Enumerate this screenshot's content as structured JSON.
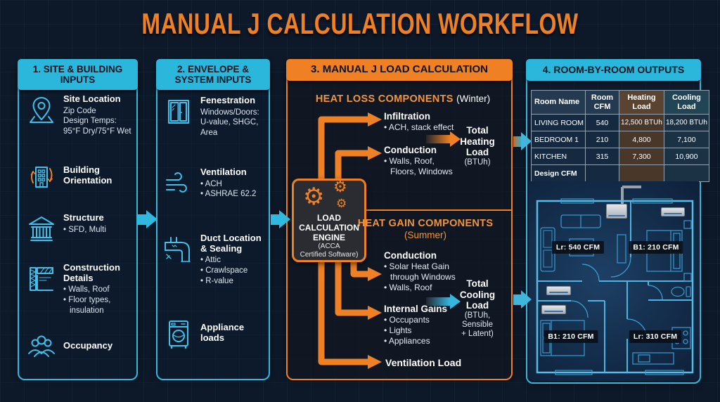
{
  "title": "MANUAL J CALCULATION WORKFLOW",
  "col1": {
    "header": "1. SITE & BUILDING INPUTS",
    "items": [
      {
        "title": "Site Location",
        "line1": "Zip Code",
        "line2": "Design Temps:",
        "line3": "95°F Dry/75°F Wet"
      },
      {
        "title": "Building Orientation"
      },
      {
        "title": "Structure",
        "line1": "• SFD, Multi"
      },
      {
        "title": "Construction Details",
        "line1": "• Walls, Roof",
        "line2": "• Floor types,",
        "line3": "insulation"
      },
      {
        "title": "Occupancy"
      }
    ]
  },
  "col2": {
    "header": "2. ENVELOPE & SYSTEM INPUTS",
    "items": [
      {
        "title": "Fenestration",
        "line1": "Windows/Doors:",
        "line2": "U-value, SHGC,",
        "line3": "Area"
      },
      {
        "title": "Ventilation",
        "line1": "• ACH",
        "line2": "• ASHRAE 62.2"
      },
      {
        "title": "Duct Location & Sealing",
        "line1": "• Attic",
        "line2": "• Crawlspace",
        "line3": "• R-value"
      },
      {
        "title": "Appliance loads"
      }
    ]
  },
  "col3": {
    "header": "3. MANUAL J LOAD CALCULATION",
    "heat_loss_title": "HEAT LOSS COMPONENTS",
    "heat_loss_season": "(Winter)",
    "infiltration": {
      "title": "Infiltration",
      "line1": "• ACH, stack effect"
    },
    "conduction_winter": {
      "title": "Conduction",
      "line1": "• Walls, Roof,",
      "line2": "Floors, Windows"
    },
    "total_heating": {
      "l1": "Total",
      "l2": "Heating",
      "l3": "Load",
      "sub": "(BTUh)"
    },
    "engine": {
      "l1": "LOAD",
      "l2": "CALCULATION",
      "l3": "ENGINE",
      "sub1": "(ACCA",
      "sub2": "Certified Software)"
    },
    "heat_gain_title": "HEAT GAIN COMPONENTS",
    "heat_gain_season": "(Summer)",
    "conduction_summer": {
      "title": "Conduction",
      "line1": "• Solar Heat Gain",
      "line2": "through Windows",
      "line3": "• Walls, Roof"
    },
    "internal_gains": {
      "title": "Internal Gains",
      "line1": "• Occupants",
      "line2": "• Lights",
      "line3": "• Appliances"
    },
    "ventilation_load": {
      "title": "Ventilation Load"
    },
    "total_cooling": {
      "l1": "Total",
      "l2": "Cooling",
      "l3": "Load",
      "sub1": "(BTUh,",
      "sub2": "Sensible",
      "sub3": "+ Latent)"
    }
  },
  "col4": {
    "header": "4. ROOM-BY-ROOM OUTPUTS",
    "table": {
      "h0": "Room Name",
      "h1": "Room CFM",
      "h2": "Heating Load",
      "h3": "Cooling Load",
      "rows": [
        {
          "name": "LIVING ROOM",
          "cfm": "540",
          "heat": "12,500 BTUh",
          "cool": "18,200 BTUh"
        },
        {
          "name": "BEDROOM 1",
          "cfm": "210",
          "heat": "4,800",
          "cool": "7,100"
        },
        {
          "name": "KITCHEN",
          "cfm": "315",
          "heat": "7,300",
          "cool": "10,900"
        },
        {
          "name": "Design CFM",
          "cfm": "",
          "heat": "",
          "cool": ""
        }
      ]
    },
    "floorplan": {
      "label_lr_top": "Lr: 540 CFM",
      "label_b1_top": "B1: 210 CFM",
      "label_b1_bottom": "B1: 210 CFM",
      "label_lr_bottom": "Lr: 310 CFM"
    }
  },
  "colors": {
    "accent_orange": "#EF8023",
    "accent_cyan": "#2BB7DC",
    "background": "#0D1A2B",
    "heating_brown": "#5A4330",
    "cooling_teal": "#224556"
  }
}
